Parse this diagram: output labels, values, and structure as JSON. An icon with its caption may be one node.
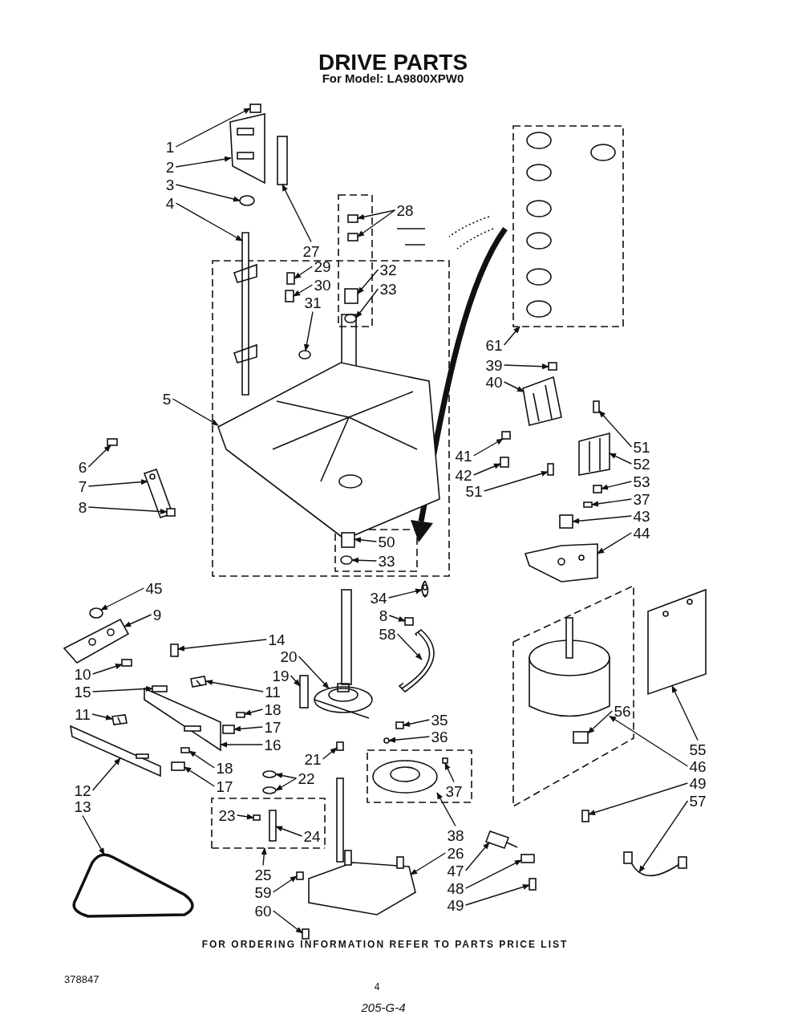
{
  "diagram": {
    "title": "DRIVE PARTS",
    "nodes": [
      {
        "text": [
          "1"
        ]
      },
      {
        "text": [
          "2"
        ]
      },
      {
        "text": [
          "3"
        ]
      },
      {
        "text": [
          "4"
        ]
      },
      {
        "text": [
          "28"
        ]
      },
      {
        "text": [
          "27"
        ]
      },
      {
        "text": [
          "29"
        ]
      },
      {
        "text": [
          "32"
        ]
      },
      {
        "text": [
          "30"
        ]
      },
      {
        "text": [
          "33"
        ]
      },
      {
        "text": [
          "31"
        ]
      },
      {
        "text": [
          "61"
        ]
      },
      {
        "text": [
          "39"
        ]
      },
      {
        "text": [
          "40"
        ]
      },
      {
        "text": [
          "5"
        ]
      },
      {
        "text": [
          "51"
        ]
      },
      {
        "text": [
          "41"
        ]
      },
      {
        "text": [
          "52"
        ]
      },
      {
        "text": [
          "6"
        ]
      },
      {
        "text": [
          "42"
        ]
      },
      {
        "text": [
          "53"
        ]
      },
      {
        "text": [
          "7"
        ]
      },
      {
        "text": [
          "51"
        ]
      },
      {
        "text": [
          "37"
        ]
      },
      {
        "text": [
          "8"
        ]
      },
      {
        "text": [
          "43"
        ]
      },
      {
        "text": [
          "44"
        ]
      },
      {
        "text": [
          "50"
        ]
      },
      {
        "text": [
          "33"
        ]
      },
      {
        "text": [
          "45"
        ]
      },
      {
        "text": [
          "34"
        ]
      },
      {
        "text": [
          "8"
        ]
      },
      {
        "text": [
          "9"
        ]
      },
      {
        "text": [
          "58"
        ]
      },
      {
        "text": [
          "14"
        ]
      },
      {
        "text": [
          "20"
        ]
      },
      {
        "text": [
          "10"
        ]
      },
      {
        "text": [
          "19"
        ]
      },
      {
        "text": [
          "11"
        ]
      },
      {
        "text": [
          "15"
        ]
      },
      {
        "text": [
          "18"
        ]
      },
      {
        "text": [
          "56"
        ]
      },
      {
        "text": [
          "11"
        ]
      },
      {
        "text": [
          "35"
        ]
      },
      {
        "text": [
          "17"
        ]
      },
      {
        "text": [
          "36"
        ]
      },
      {
        "text": [
          "16"
        ]
      },
      {
        "text": [
          "55"
        ]
      },
      {
        "text": [
          "21"
        ]
      },
      {
        "text": [
          "46"
        ]
      },
      {
        "text": [
          "18"
        ]
      },
      {
        "text": [
          "22"
        ]
      },
      {
        "text": [
          "49"
        ]
      },
      {
        "text": [
          "17"
        ]
      },
      {
        "text": [
          "37"
        ]
      },
      {
        "text": [
          "12"
        ]
      },
      {
        "text": [
          "57"
        ]
      },
      {
        "text": [
          "13"
        ]
      },
      {
        "text": [
          "23"
        ]
      },
      {
        "text": [
          "24"
        ]
      },
      {
        "text": [
          "38"
        ]
      },
      {
        "text": [
          "26"
        ]
      },
      {
        "text": [
          "47"
        ]
      },
      {
        "text": [
          "25"
        ]
      },
      {
        "text": [
          "48"
        ]
      },
      {
        "text": [
          "59"
        ]
      },
      {
        "text": [
          "49"
        ]
      },
      {
        "text": [
          "60"
        ]
      },
      {
        "text": [],
        "shape": "box"
      },
      {
        "text": [],
        "shape": "picture"
      },
      {
        "text": [],
        "shape": "circle"
      },
      {
        "text": [],
        "shape": "picture"
      },
      {
        "text": [],
        "shape": "box"
      },
      {
        "text": [],
        "shape": "box"
      },
      {
        "text": [],
        "shape": "box"
      },
      {
        "text": [],
        "shape": "box"
      },
      {
        "text": [],
        "shape": "box"
      },
      {
        "text": [],
        "shape": "box"
      },
      {
        "text": [],
        "shape": "circle"
      },
      {
        "text": [],
        "shape": "circle"
      },
      {
        "text": [],
        "shape": "picture"
      },
      {
        "text": [],
        "shape": "box"
      },
      {
        "text": [],
        "shape": "picture"
      },
      {
        "text": [],
        "shape": "picture"
      },
      {
        "text": [],
        "shape": "box"
      },
      {
        "text": [],
        "shape": "box"
      },
      {
        "text": [],
        "shape": "picture"
      },
      {
        "text": [],
        "shape": "box"
      },
      {
        "text": [],
        "shape": "box"
      },
      {
        "text": [],
        "shape": "box"
      },
      {
        "text": [],
        "shape": "picture"
      },
      {
        "text": [],
        "shape": "box"
      },
      {
        "text": [],
        "shape": "box"
      },
      {
        "text": [],
        "shape": "box"
      },
      {
        "text": [],
        "shape": "box"
      },
      {
        "text": [],
        "shape": "picture"
      },
      {
        "text": [],
        "shape": "box"
      },
      {
        "text": [],
        "shape": "circle"
      },
      {
        "text": [],
        "shape": "circle"
      },
      {
        "text": [],
        "shape": "picture"
      },
      {
        "text": [],
        "shape": "box"
      },
      {
        "text": [],
        "shape": "picture"
      },
      {
        "text": [],
        "shape": "picture"
      },
      {
        "text": [],
        "shape": "box"
      },
      {
        "text": [],
        "shape": "picture"
      },
      {
        "text": [],
        "shape": "box"
      },
      {
        "text": [],
        "shape": "box"
      },
      {
        "text": [],
        "shape": "picture"
      },
      {
        "text": [],
        "shape": "box"
      },
      {
        "text": [],
        "shape": "box"
      },
      {
        "text": [],
        "shape": "picture"
      },
      {
        "text": [],
        "shape": "box"
      },
      {
        "text": [],
        "shape": "picture"
      },
      {
        "text": [],
        "shape": "box"
      },
      {
        "text": [],
        "shape": "box"
      },
      {
        "text": [],
        "shape": "circle"
      },
      {
        "text": [],
        "shape": "picture"
      },
      {
        "text": [],
        "shape": "picture"
      },
      {
        "text": [],
        "shape": "box"
      },
      {
        "text": [],
        "shape": "box"
      },
      {
        "text": [],
        "shape": "circle"
      },
      {
        "text": [],
        "shape": "circle"
      },
      {
        "text": [],
        "shape": "box"
      },
      {
        "text": [],
        "shape": "box"
      },
      {
        "text": [],
        "shape": "picture"
      },
      {
        "text": [],
        "shape": "box"
      },
      {
        "text": [],
        "shape": "picture"
      },
      {
        "text": [],
        "shape": "picture"
      },
      {
        "text": [],
        "shape": "picture"
      },
      {
        "text": [],
        "shape": "picture"
      },
      {
        "text": [],
        "shape": "box"
      },
      {
        "text": [],
        "shape": "box"
      },
      {
        "text": [],
        "shape": "picture"
      },
      {
        "text": [],
        "shape": "picture"
      },
      {
        "text": [],
        "shape": "box"
      },
      {
        "text": [],
        "shape": "box"
      },
      {
        "text": [],
        "shape": "box"
      },
      {
        "text": [],
        "shape": "box"
      }
    ],
    "edges": [
      {
        "from": 0,
        "to": 68,
        "arrow": "to"
      },
      {
        "from": 1,
        "to": 69,
        "arrow": "to"
      },
      {
        "from": 2,
        "to": 70,
        "arrow": "to"
      },
      {
        "from": 3,
        "to": 71,
        "arrow": "to"
      },
      {
        "from": 4,
        "to": 72,
        "arrow": "to"
      },
      {
        "from": 4,
        "to": 73,
        "arrow": "to"
      },
      {
        "from": 5,
        "to": 74,
        "arrow": "to"
      },
      {
        "from": 6,
        "to": 75,
        "arrow": "to"
      },
      {
        "from": 7,
        "to": 76,
        "arrow": "to"
      },
      {
        "from": 8,
        "to": 77,
        "arrow": "to"
      },
      {
        "from": 9,
        "to": 78,
        "arrow": "to"
      },
      {
        "from": 10,
        "to": 79,
        "arrow": "to"
      },
      {
        "from": 11,
        "to": 80,
        "arrow": "to"
      },
      {
        "from": 12,
        "to": 81,
        "arrow": "to"
      },
      {
        "from": 13,
        "to": 82,
        "arrow": "to"
      },
      {
        "from": 14,
        "to": 83,
        "arrow": "to"
      },
      {
        "from": 15,
        "to": 84,
        "arrow": "to"
      },
      {
        "from": 16,
        "to": 85,
        "arrow": "to"
      },
      {
        "from": 17,
        "to": 86,
        "arrow": "to"
      },
      {
        "from": 18,
        "to": 87,
        "arrow": "to"
      },
      {
        "from": 19,
        "to": 88,
        "arrow": "to"
      },
      {
        "from": 20,
        "to": 89,
        "arrow": "to"
      },
      {
        "from": 21,
        "to": 90,
        "arrow": "to"
      },
      {
        "from": 22,
        "to": 91,
        "arrow": "to"
      },
      {
        "from": 23,
        "to": 92,
        "arrow": "to"
      },
      {
        "from": 24,
        "to": 93,
        "arrow": "to"
      },
      {
        "from": 25,
        "to": 94,
        "arrow": "to"
      },
      {
        "from": 26,
        "to": 95,
        "arrow": "to"
      },
      {
        "from": 27,
        "to": 96,
        "arrow": "to"
      },
      {
        "from": 28,
        "to": 97,
        "arrow": "to"
      },
      {
        "from": 29,
        "to": 98,
        "arrow": "to"
      },
      {
        "from": 30,
        "to": 99,
        "arrow": "to"
      },
      {
        "from": 31,
        "to": 100,
        "arrow": "to"
      },
      {
        "from": 32,
        "to": 101,
        "arrow": "to"
      },
      {
        "from": 33,
        "to": 102,
        "arrow": "to"
      },
      {
        "from": 34,
        "to": 103,
        "arrow": "to"
      },
      {
        "from": 35,
        "to": 104,
        "arrow": "to"
      },
      {
        "from": 36,
        "to": 105,
        "arrow": "to"
      },
      {
        "from": 37,
        "to": 106,
        "arrow": "to"
      },
      {
        "from": 38,
        "to": 107,
        "arrow": "to"
      },
      {
        "from": 39,
        "to": 108,
        "arrow": "to"
      },
      {
        "from": 40,
        "to": 109,
        "arrow": "to"
      },
      {
        "from": 41,
        "to": 111,
        "arrow": "to"
      },
      {
        "from": 42,
        "to": 112,
        "arrow": "to"
      },
      {
        "from": 43,
        "to": 113,
        "arrow": "to"
      },
      {
        "from": 44,
        "to": 114,
        "arrow": "to"
      },
      {
        "from": 45,
        "to": 115,
        "arrow": "to"
      },
      {
        "from": 46,
        "to": 116,
        "arrow": "to"
      },
      {
        "from": 47,
        "to": 117,
        "arrow": "to"
      },
      {
        "from": 48,
        "to": 118,
        "arrow": "to"
      },
      {
        "from": 49,
        "to": 110,
        "arrow": "to"
      },
      {
        "from": 50,
        "to": 119,
        "arrow": "to"
      },
      {
        "from": 51,
        "to": 120,
        "arrow": "to"
      },
      {
        "from": 51,
        "to": 121,
        "arrow": "to"
      },
      {
        "from": 52,
        "to": 122,
        "arrow": "to"
      },
      {
        "from": 53,
        "to": 123,
        "arrow": "to"
      },
      {
        "from": 54,
        "to": 125,
        "arrow": "to"
      },
      {
        "from": 55,
        "to": 126,
        "arrow": "to"
      },
      {
        "from": 56,
        "to": 127,
        "arrow": "to"
      },
      {
        "from": 57,
        "to": 128,
        "arrow": "to"
      },
      {
        "from": 58,
        "to": 130,
        "arrow": "to"
      },
      {
        "from": 59,
        "to": 131,
        "arrow": "to"
      },
      {
        "from": 60,
        "to": 124,
        "arrow": "to"
      },
      {
        "from": 61,
        "to": 132,
        "arrow": "to"
      },
      {
        "from": 62,
        "to": 133,
        "arrow": "to"
      },
      {
        "from": 63,
        "to": 129,
        "arrow": "to"
      },
      {
        "from": 64,
        "to": 134,
        "arrow": "to"
      },
      {
        "from": 65,
        "to": 135,
        "arrow": "to"
      },
      {
        "from": 66,
        "to": 136,
        "arrow": "to"
      },
      {
        "from": 67,
        "to": 137,
        "arrow": "to"
      }
    ],
    "labels": [
      "For Model: LA9800XPW0",
      "FOR ORDERING INFORMATION REFER TO PARTS PRICE LIST",
      "378847",
      "4",
      "205-G-4"
    ]
  }
}
